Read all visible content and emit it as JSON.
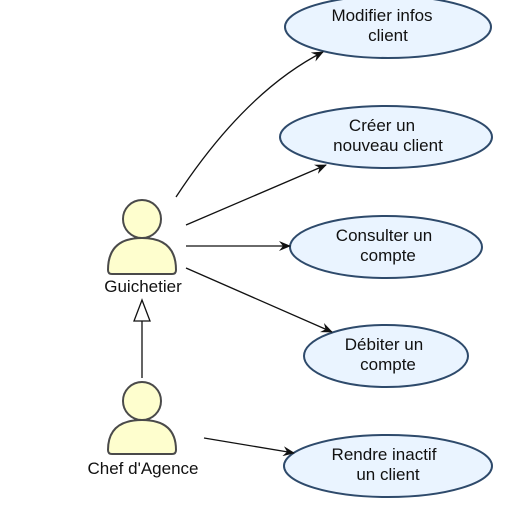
{
  "actors": {
    "guichetier": {
      "label": "Guichetier"
    },
    "chef": {
      "label": "Chef d'Agence"
    }
  },
  "usecases": {
    "modifier": {
      "line1": "Modifier infos",
      "line2": "client"
    },
    "creer": {
      "line1": "Créer un",
      "line2": "nouveau client"
    },
    "consulter": {
      "line1": "Consulter un",
      "line2": "compte"
    },
    "debiter": {
      "line1": "Débiter un",
      "line2": "compte"
    },
    "rendre": {
      "line1": "Rendre inactif",
      "line2": "un client"
    }
  },
  "colors": {
    "usecase_fill": "#EAF4FF",
    "usecase_border": "#2E4A6B",
    "actor_fill": "#FEFECE",
    "line": "#111111"
  }
}
